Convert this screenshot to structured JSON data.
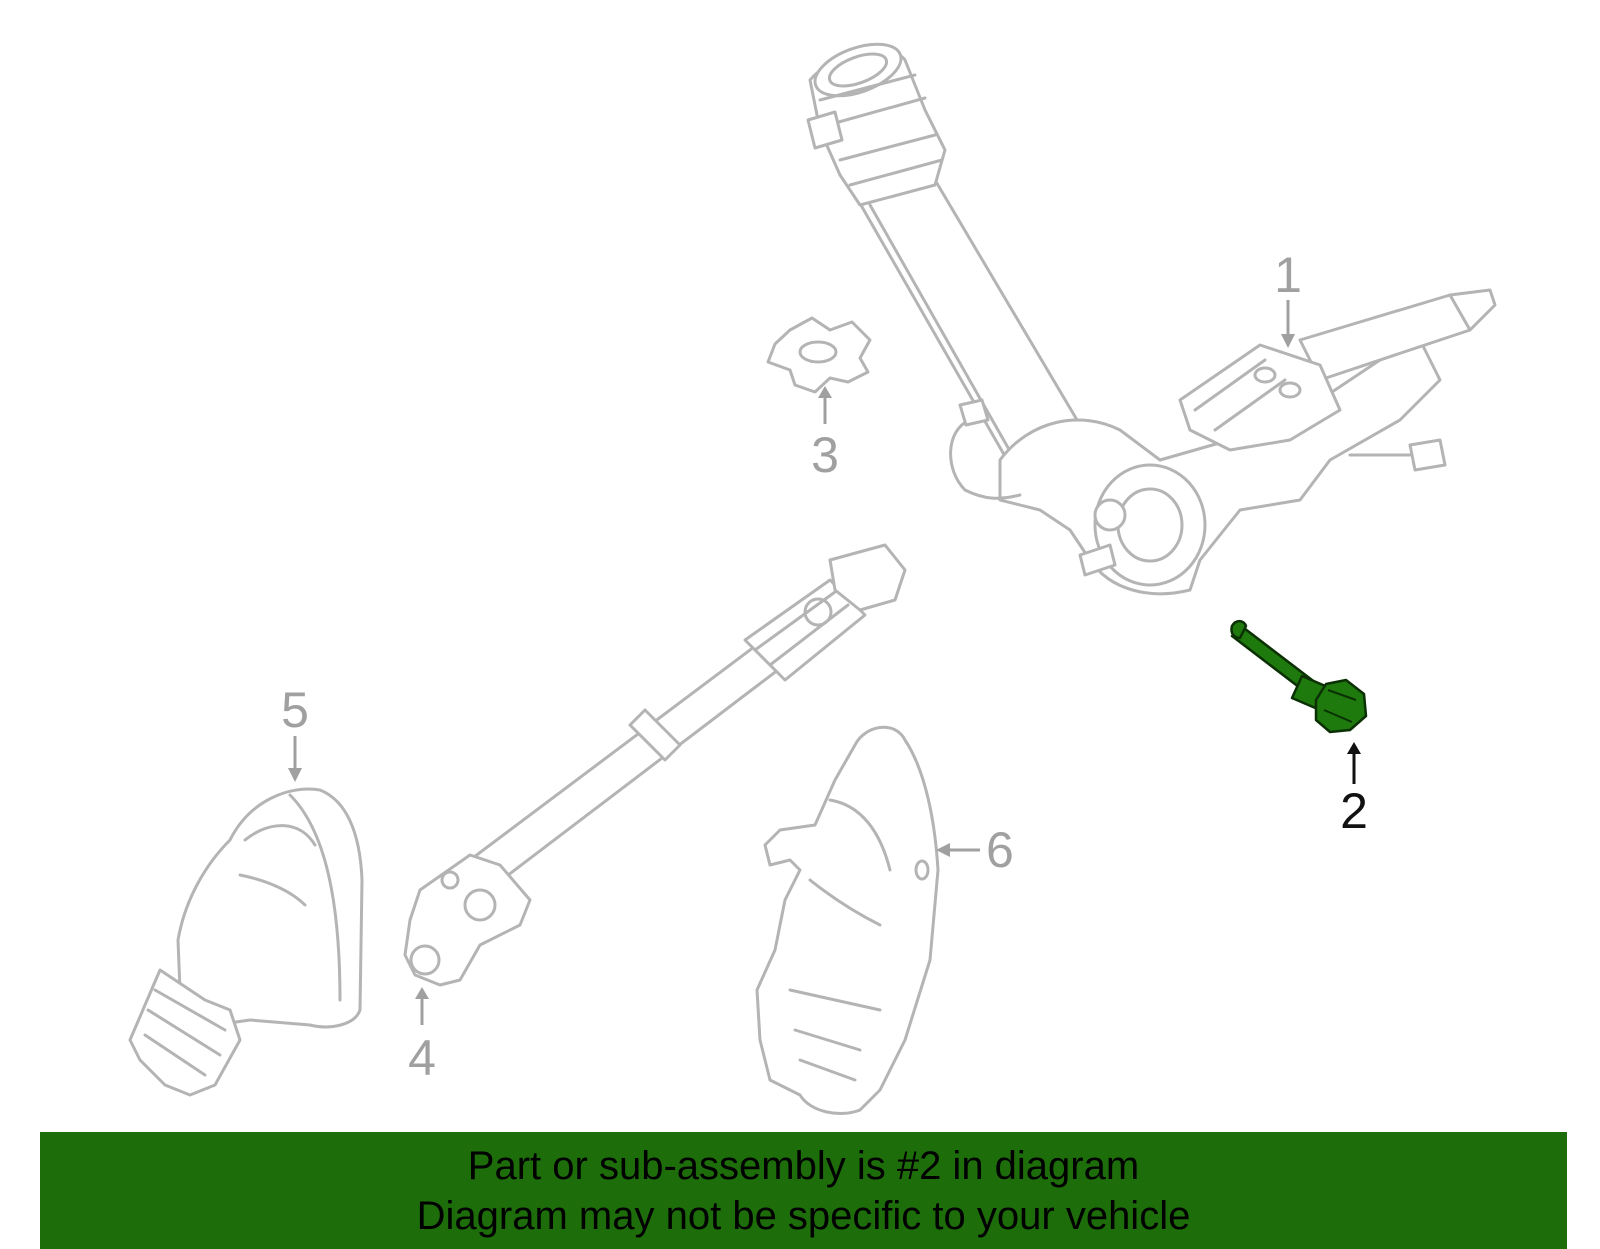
{
  "callouts": [
    {
      "number": "1",
      "highlighted": false
    },
    {
      "number": "2",
      "highlighted": true
    },
    {
      "number": "3",
      "highlighted": false
    },
    {
      "number": "4",
      "highlighted": false
    },
    {
      "number": "5",
      "highlighted": false
    },
    {
      "number": "6",
      "highlighted": false
    }
  ],
  "banner": {
    "line1": "Part or sub-assembly is #2 in diagram",
    "line2": "Diagram may not be specific to your vehicle"
  },
  "colors": {
    "highlight_part": "#1e7a0c",
    "banner_background": "#1d6e0a",
    "outline_gray": "#b4b4b4"
  }
}
